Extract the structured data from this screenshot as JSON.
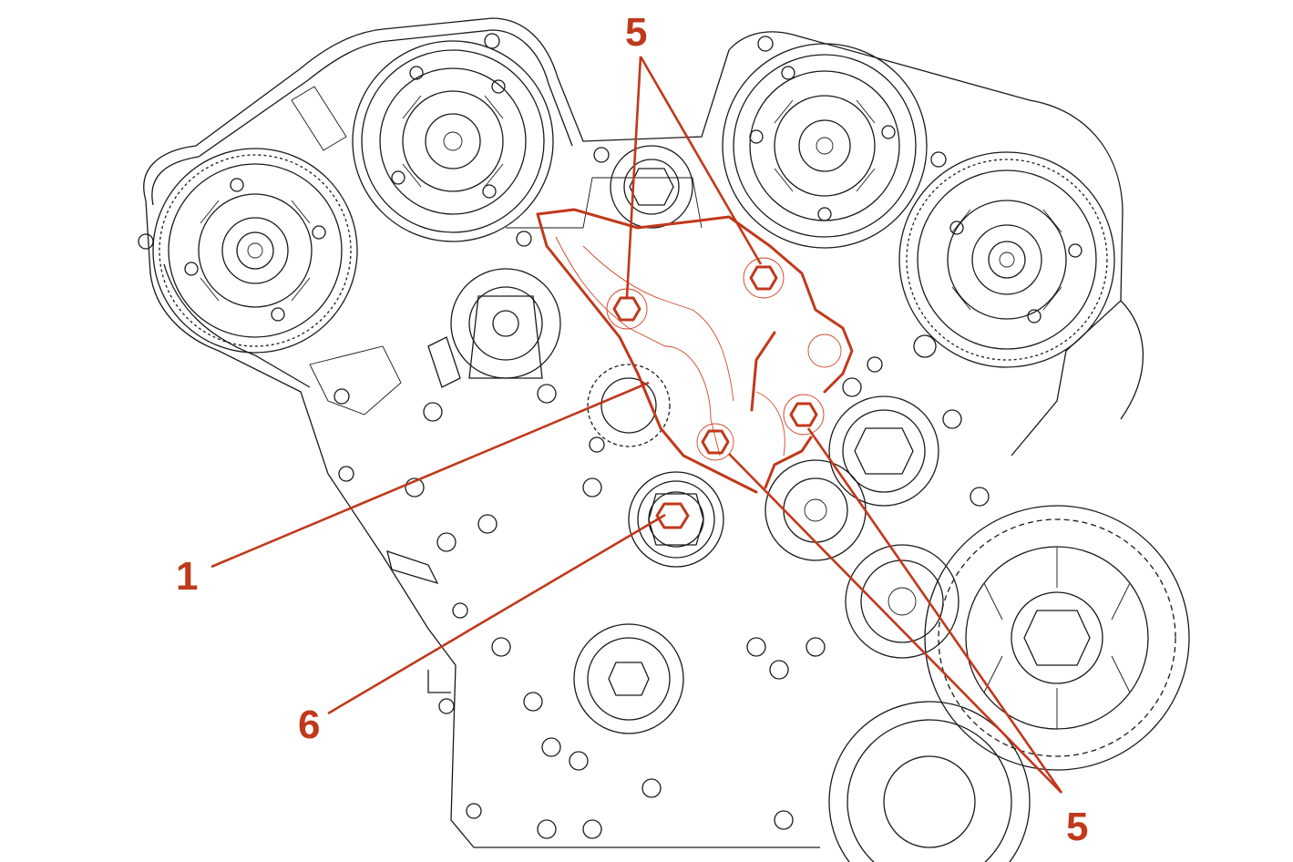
{
  "colors": {
    "callout": "#c0391b",
    "linework": "#1a1a1a",
    "background": "#ffffff"
  },
  "callouts": {
    "cover_label": "1",
    "bolt_label_top": "5",
    "bolt_label_bottom": "5",
    "crank_bolt_label": "6"
  }
}
